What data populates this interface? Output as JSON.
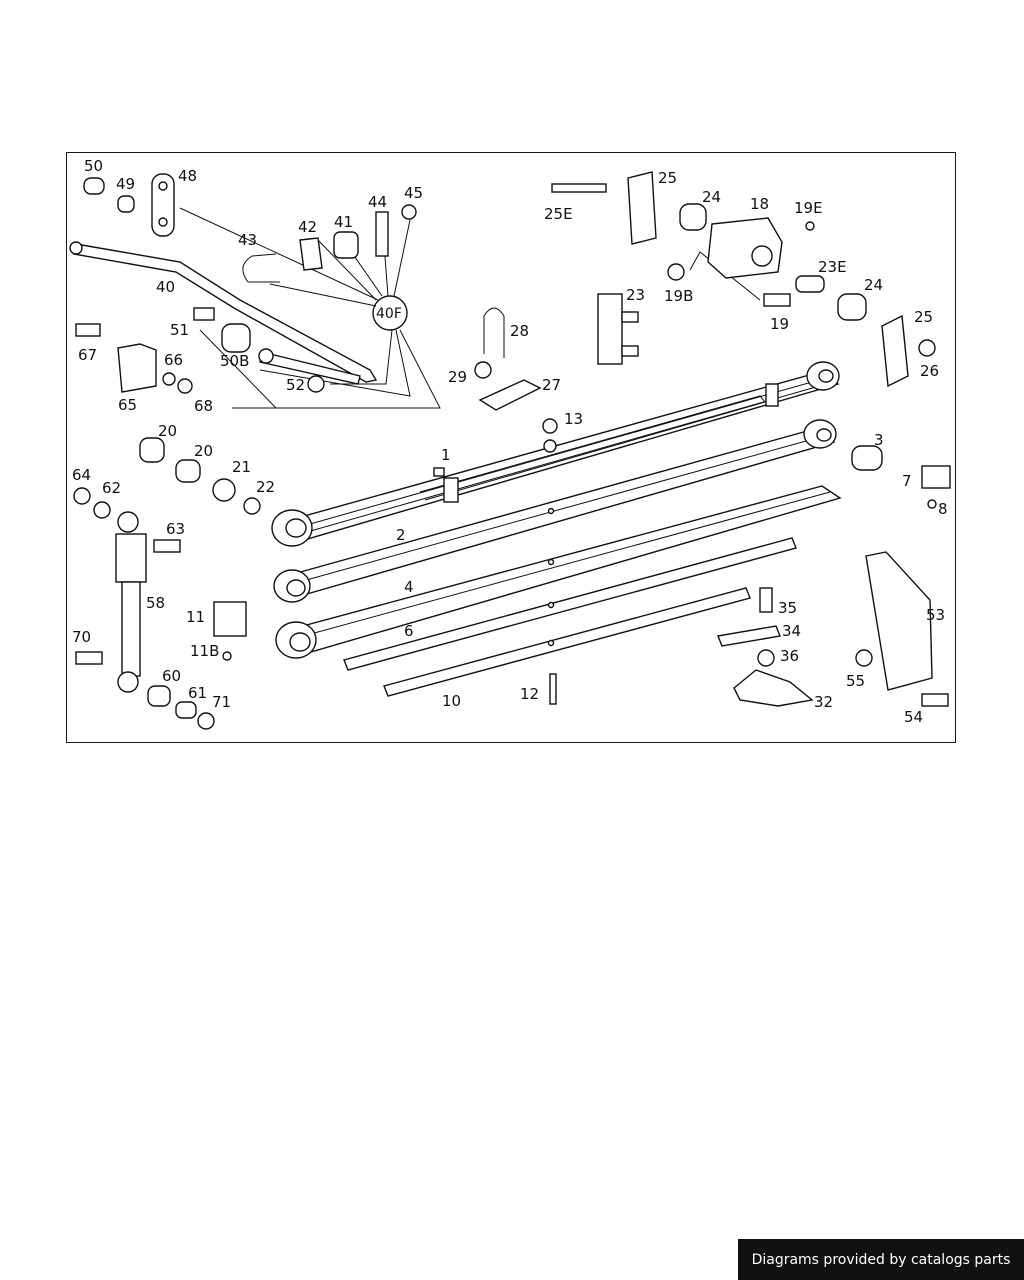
{
  "diagram": {
    "callouts": {
      "c1": "1",
      "c2": "2",
      "c3": "3",
      "c4": "4",
      "c6": "6",
      "c7": "7",
      "c8": "8",
      "c10": "10",
      "c11": "11",
      "c11B": "11B",
      "c12": "12",
      "c13": "13",
      "c18": "18",
      "c19": "19",
      "c19B": "19B",
      "c19E": "19E",
      "c20a": "20",
      "c20b": "20",
      "c21": "21",
      "c22": "22",
      "c23": "23",
      "c23E": "23E",
      "c24a": "24",
      "c24b": "24",
      "c25a": "25",
      "c25b": "25",
      "c25E": "25E",
      "c26": "26",
      "c27": "27",
      "c28": "28",
      "c29": "29",
      "c32": "32",
      "c34": "34",
      "c35": "35",
      "c36": "36",
      "c40": "40",
      "c40F": "40F",
      "c41": "41",
      "c42": "42",
      "c43": "43",
      "c44": "44",
      "c45": "45",
      "c48": "48",
      "c49": "49",
      "c50": "50",
      "c50B": "50B",
      "c51": "51",
      "c52": "52",
      "c53": "53",
      "c54": "54",
      "c55": "55",
      "c58": "58",
      "c60": "60",
      "c61": "61",
      "c62": "62",
      "c63": "63",
      "c64": "64",
      "c65": "65",
      "c66": "66",
      "c67": "67",
      "c68": "68",
      "c70": "70",
      "c71": "71"
    }
  },
  "footer": {
    "credit": "Diagrams provided by catalogs parts"
  }
}
